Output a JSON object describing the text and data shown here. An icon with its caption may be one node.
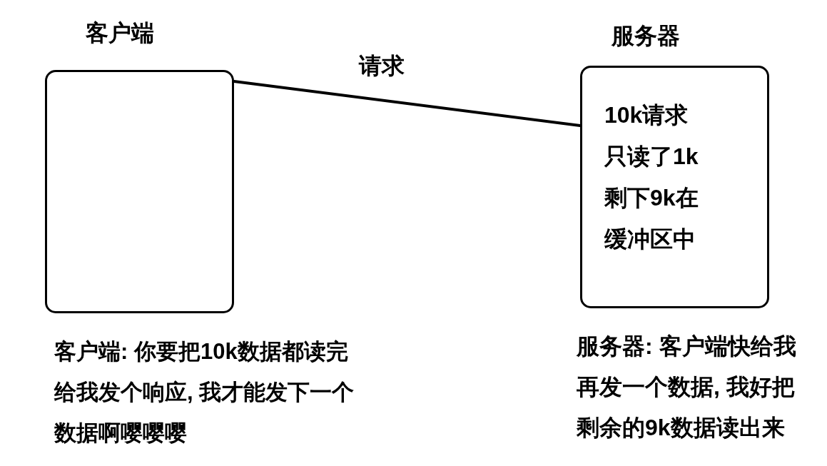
{
  "diagram": {
    "nodes": [
      {
        "text": [
          "客户端"
        ],
        "beside": [
          "客户端: 你要把10k数据都读完给我发个响应, 我才能发下一个数据啊嘤嘤嘤"
        ]
      },
      {
        "text": [
          "服务器",
          "10k请求只读了1k剩下9k在缓冲区中"
        ],
        "beside": [
          "服务器: 客户端快给我再发一个数据, 我好把剩余的9k数据读出来"
        ]
      }
    ],
    "edges": [
      {
        "from": 0,
        "to": 1,
        "arrow": "none",
        "label": "请求"
      }
    ]
  }
}
